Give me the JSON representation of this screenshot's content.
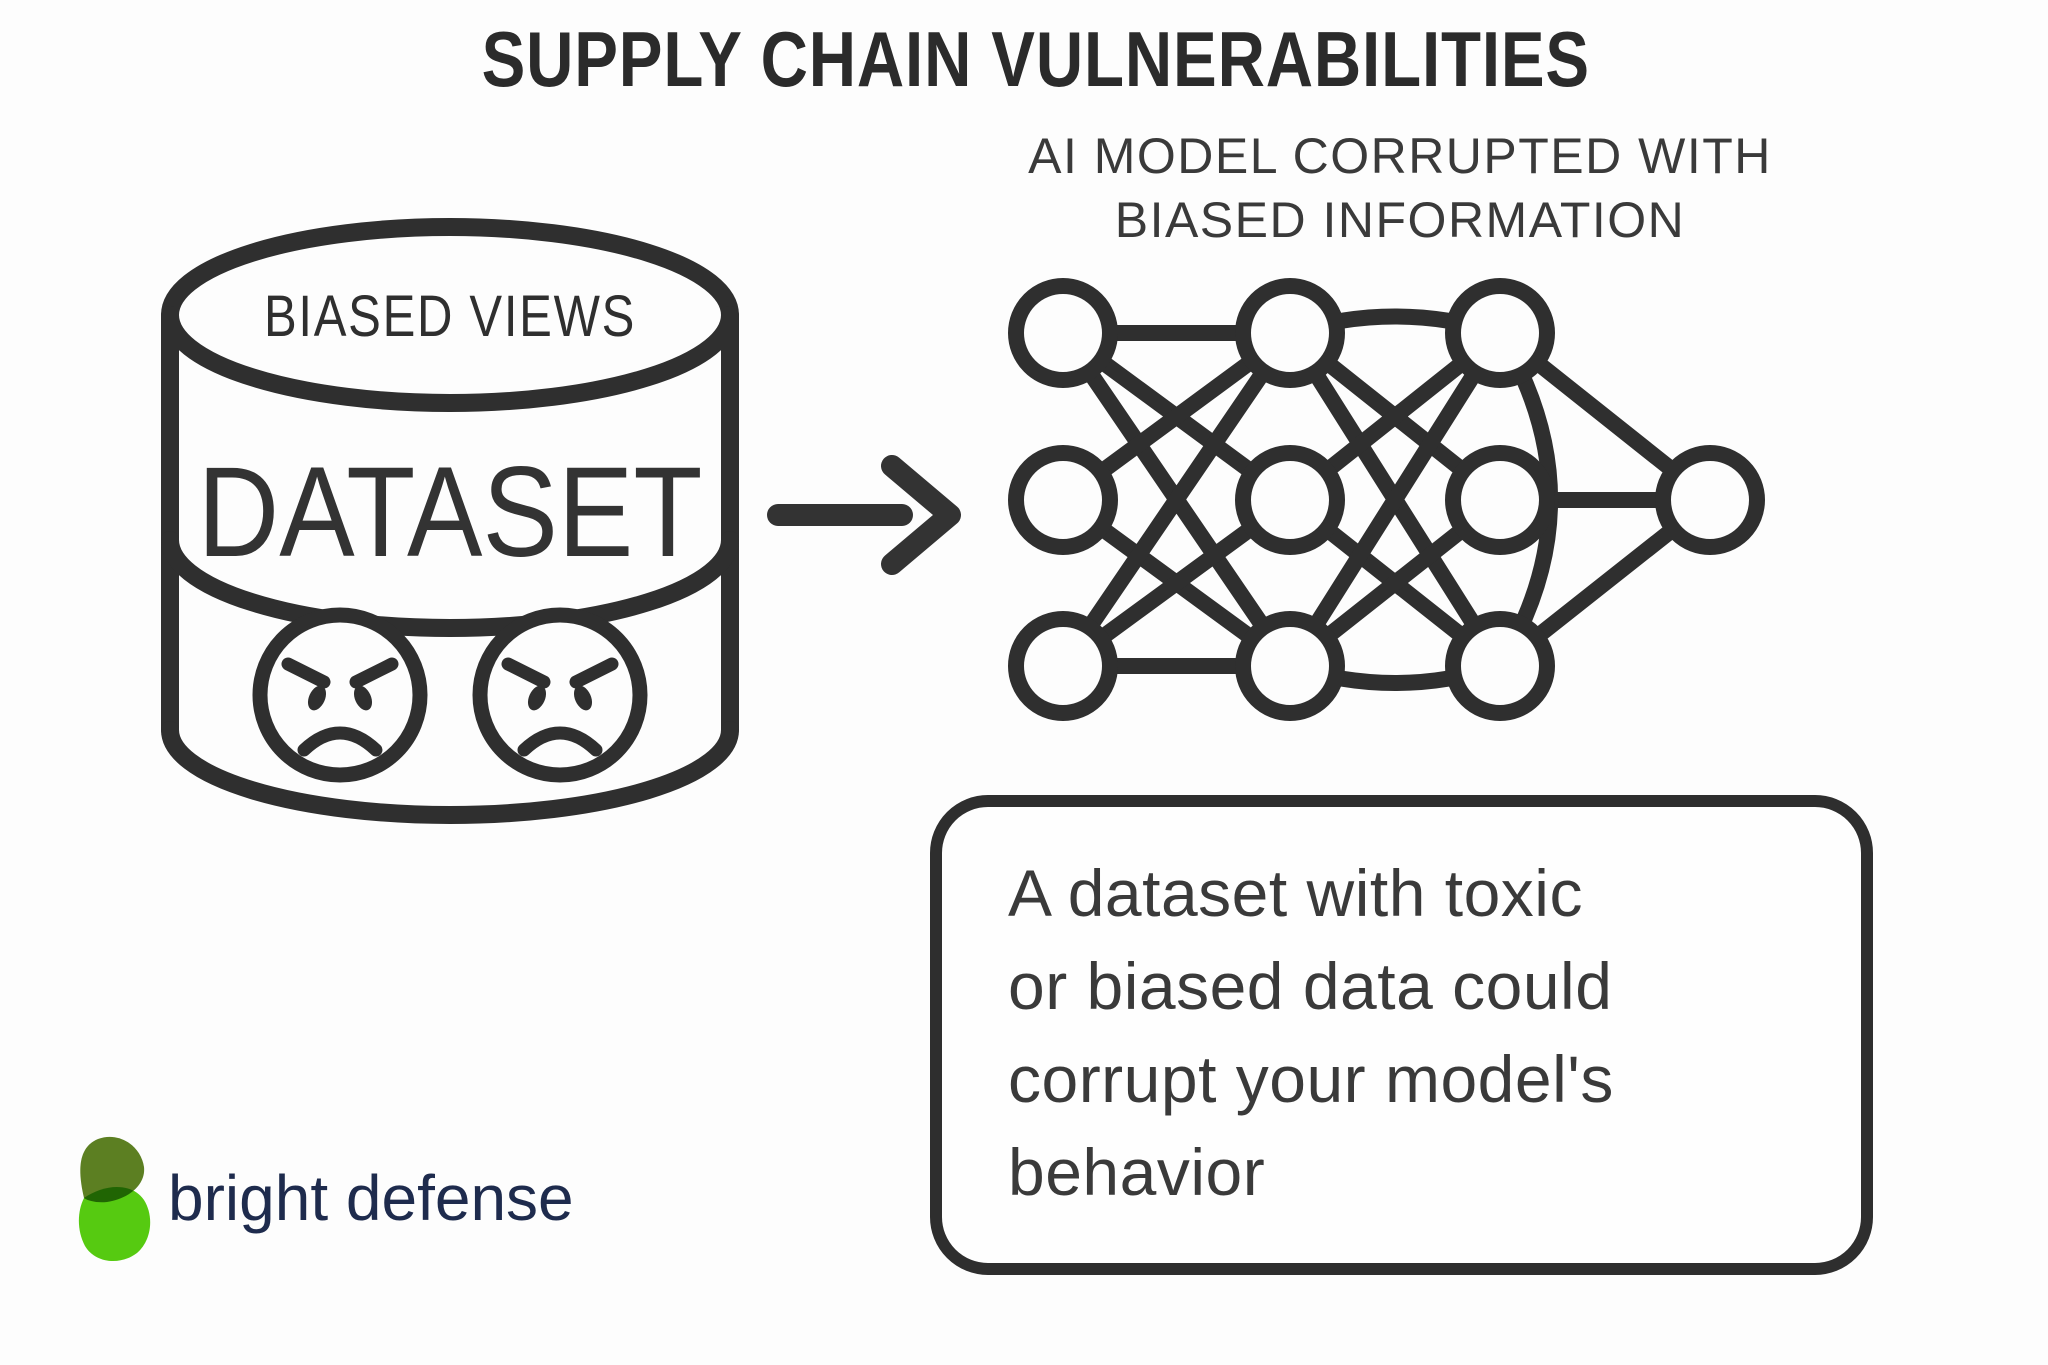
{
  "title": "SUPPLY CHAIN VULNERABILITIES",
  "dataset": {
    "top_label": "BIASED VIEWS",
    "name": "DATASET",
    "icon": "database-cylinder-icon",
    "face_icon": "angry-face-icon",
    "face_count": 2
  },
  "arrow": {
    "icon": "right-arrow-icon"
  },
  "model": {
    "caption_line1": "AI MODEL CORRUPTED WITH",
    "caption_line2": "BIASED INFORMATION",
    "icon": "neural-network-icon",
    "layers": [
      3,
      3,
      3,
      1
    ]
  },
  "callout": {
    "lines": [
      "A dataset with toxic",
      "or biased data could",
      "corrupt your model's",
      "behavior"
    ]
  },
  "logo": {
    "text": "bright defense",
    "mark_icon": "bright-defense-leaf-icon"
  },
  "colors": {
    "ink": "#2e2e2e",
    "body_text": "#3a3a3a",
    "logo_navy": "#1e2b4d",
    "logo_green_dark": "#5d8022",
    "logo_green_light": "#56ca11",
    "background": "#fdfdfd"
  }
}
